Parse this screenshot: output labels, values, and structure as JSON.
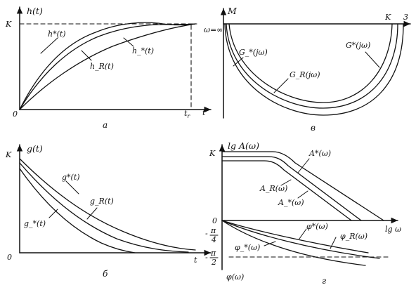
{
  "panel_a": {
    "caption": "а",
    "y_axis_label": "h(t)",
    "y_tick_label": "K",
    "origin_label": "0",
    "x_axis_label": "t",
    "x_tick_label": "t",
    "x_tick_subscript": "r",
    "curves": [
      "h*(t)",
      "h_R(t)",
      "h_*(t)"
    ]
  },
  "panel_b": {
    "caption": "в",
    "y_axis_label": "M",
    "origin_label": "ω=∞",
    "right_label": "K",
    "corner_label": "3",
    "curves": [
      "G_*(jω)",
      "G_R(jω)",
      "G*(jω)"
    ]
  },
  "panel_c": {
    "caption": "б",
    "y_axis_label": "g(t)",
    "y_tick_label": "K",
    "origin_label": "0",
    "x_axis_label": "t",
    "curves": [
      "g*(t)",
      "g_R(t)",
      "g_*(t)"
    ]
  },
  "panel_d": {
    "caption": "г",
    "y_axis_label": "lg A(ω)",
    "y_tick_label": "K",
    "zero_label": "0",
    "x_axis_label": "lg ω",
    "phase_axis_label": "φ(ω)",
    "phase_ticks": [
      "π",
      "4",
      "π",
      "2"
    ],
    "curves_magnitude": [
      "A*(ω)",
      "A_R(ω)",
      "A_*(ω)"
    ],
    "curves_phase": [
      "φ*(ω)",
      "φ_R(ω)",
      "φ_*(ω)"
    ]
  }
}
